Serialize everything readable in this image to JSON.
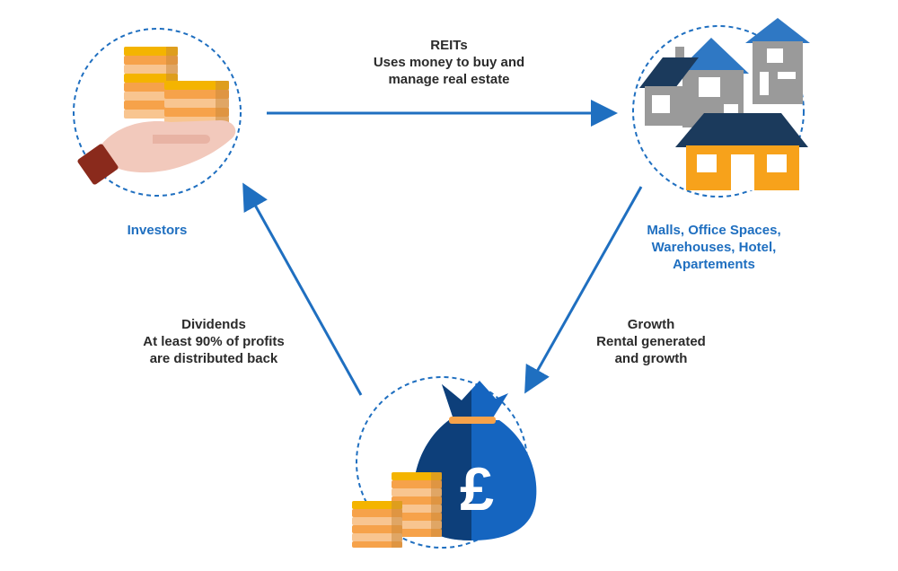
{
  "colors": {
    "arrow": "#1f6fc0",
    "circle_dash": "#1f6fc0",
    "coin_gold": "#f4b400",
    "coin_orange": "#f6a24a",
    "coin_light": "#f8c590",
    "hand_skin": "#f2c9bc",
    "sleeve": "#8a2a1c",
    "house_gray": "#9a9a9a",
    "house_roof_dark": "#1b3a5c",
    "house_roof_blue": "#2f78c4",
    "house_orange": "#f7a21b",
    "bag_dark": "#0d3f7a",
    "bag_blue": "#1565c0"
  },
  "icons": {
    "investors": "hand-with-coins-icon",
    "properties": "houses-icon",
    "money": "money-bag-pound-icon"
  },
  "nodes": {
    "investors": {
      "label": "Investors"
    },
    "properties": {
      "lines": [
        "Malls, Office Spaces,",
        "Warehouses, Hotel,",
        "Apartements"
      ]
    },
    "money_bag": {
      "symbol": "£"
    }
  },
  "edges": {
    "reits": {
      "title": "REITs",
      "lines": [
        "Uses money to buy and",
        "manage real estate"
      ]
    },
    "growth": {
      "title": "Growth",
      "lines": [
        "Rental generated",
        "and growth"
      ]
    },
    "dividends": {
      "title": "Dividends",
      "lines": [
        "At least 90% of profits",
        "are distributed back"
      ]
    }
  }
}
